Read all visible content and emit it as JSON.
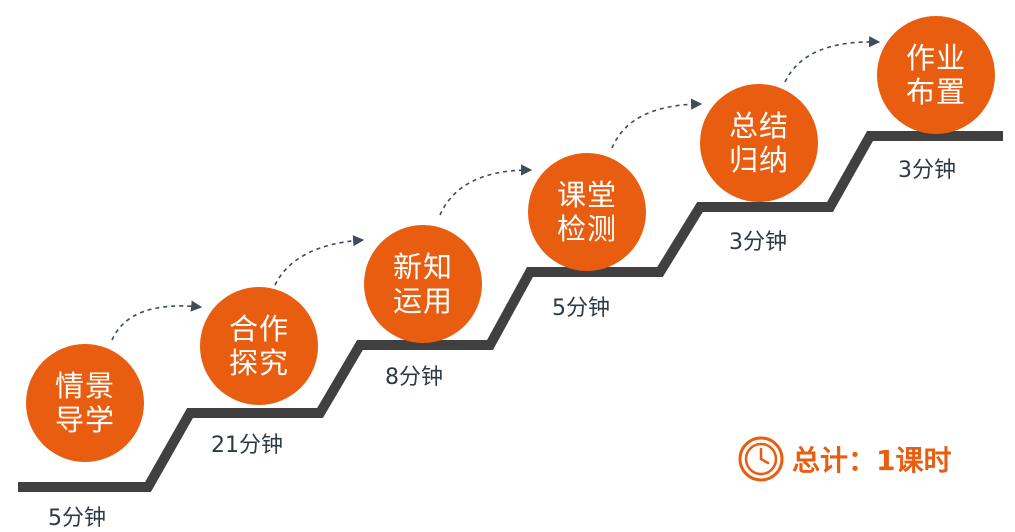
{
  "colors": {
    "accent": "#e85d10",
    "stairs": "#404040",
    "arrow": "#3d4d5c",
    "text": "#2d3a45"
  },
  "steps": [
    {
      "label": "情景导学",
      "duration": "5分钟"
    },
    {
      "label": "合作探究",
      "duration": "21分钟"
    },
    {
      "label": "新知运用",
      "duration": "8分钟"
    },
    {
      "label": "课堂检测",
      "duration": "5分钟"
    },
    {
      "label": "总结归纳",
      "duration": "3分钟"
    },
    {
      "label": "作业布置",
      "duration": "3分钟"
    }
  ],
  "total": {
    "text": "总计：1课时",
    "icon": "clock-icon"
  }
}
